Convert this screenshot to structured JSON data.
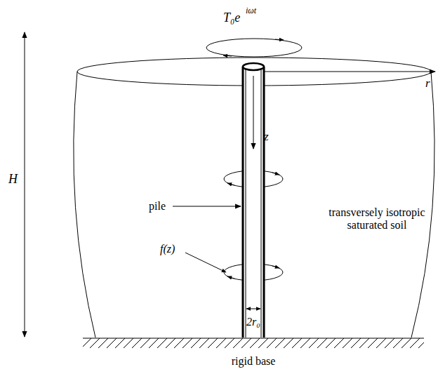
{
  "diagram": {
    "labels": [
      "T₀e",
      "iωt",
      "r",
      "H",
      "z",
      "pile",
      "transversely isotropic saturated soil",
      "f(z)",
      "2r₀",
      "rigid base"
    ]
  }
}
